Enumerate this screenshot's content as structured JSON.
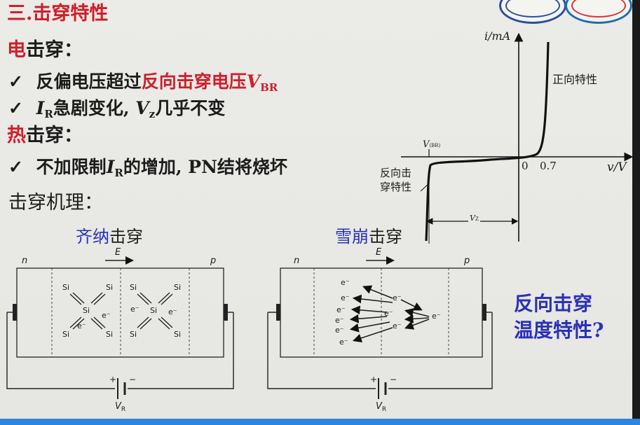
{
  "slide": {
    "heading": "三.击穿特性",
    "electric": {
      "lead": "电",
      "rest": "击穿："
    },
    "bullet1": {
      "check": "✓",
      "text": "反偏电压超过",
      "red": "反向击穿电压",
      "var": "V",
      "sub": "BR"
    },
    "bullet2": {
      "check": "✓",
      "var1": "I",
      "sub1": "R",
      "text1": "急剧变化, ",
      "var2": "V",
      "sub2": "z",
      "text2": "几乎不变"
    },
    "thermal": {
      "lead": "热",
      "rest": "击穿："
    },
    "bullet3": {
      "check": "✓",
      "text1": "不加限制",
      "var": "I",
      "sub": "R",
      "text2": "的增加, PN结将烧坏"
    },
    "mechanism": "击穿机理：",
    "question": {
      "line1": "反向击穿",
      "line2": "温度特性?"
    }
  },
  "iv_curve": {
    "y_label": "i/mA",
    "x_label": "v/V",
    "origin": "0",
    "x_tick": "0.7",
    "vbr_label": "V",
    "vbr_sub": "(BR)",
    "vz_label": "V",
    "vz_sub": "Z",
    "forward_label": "正向特性",
    "reverse_label_1": "反向击",
    "reverse_label_2": "穿特性"
  },
  "zener": {
    "title_a": "齐纳",
    "title_b": "击穿",
    "n": "n",
    "p": "p",
    "e_field": "E",
    "atom": "Si",
    "electron": "e⁻",
    "battery_plus": "+",
    "battery_minus": "−",
    "vr": "V",
    "vr_sub": "R"
  },
  "avalanche": {
    "title_a": "雪崩",
    "title_b": "击穿",
    "n": "n",
    "p": "p",
    "e_field": "E",
    "electron": "e⁻",
    "battery_plus": "+",
    "battery_minus": "−",
    "vr": "V",
    "vr_sub": "R"
  },
  "colors": {
    "accent_red": "#d01e2a",
    "accent_blue": "#2a32b8",
    "bar_blue": "#2b86e0"
  }
}
